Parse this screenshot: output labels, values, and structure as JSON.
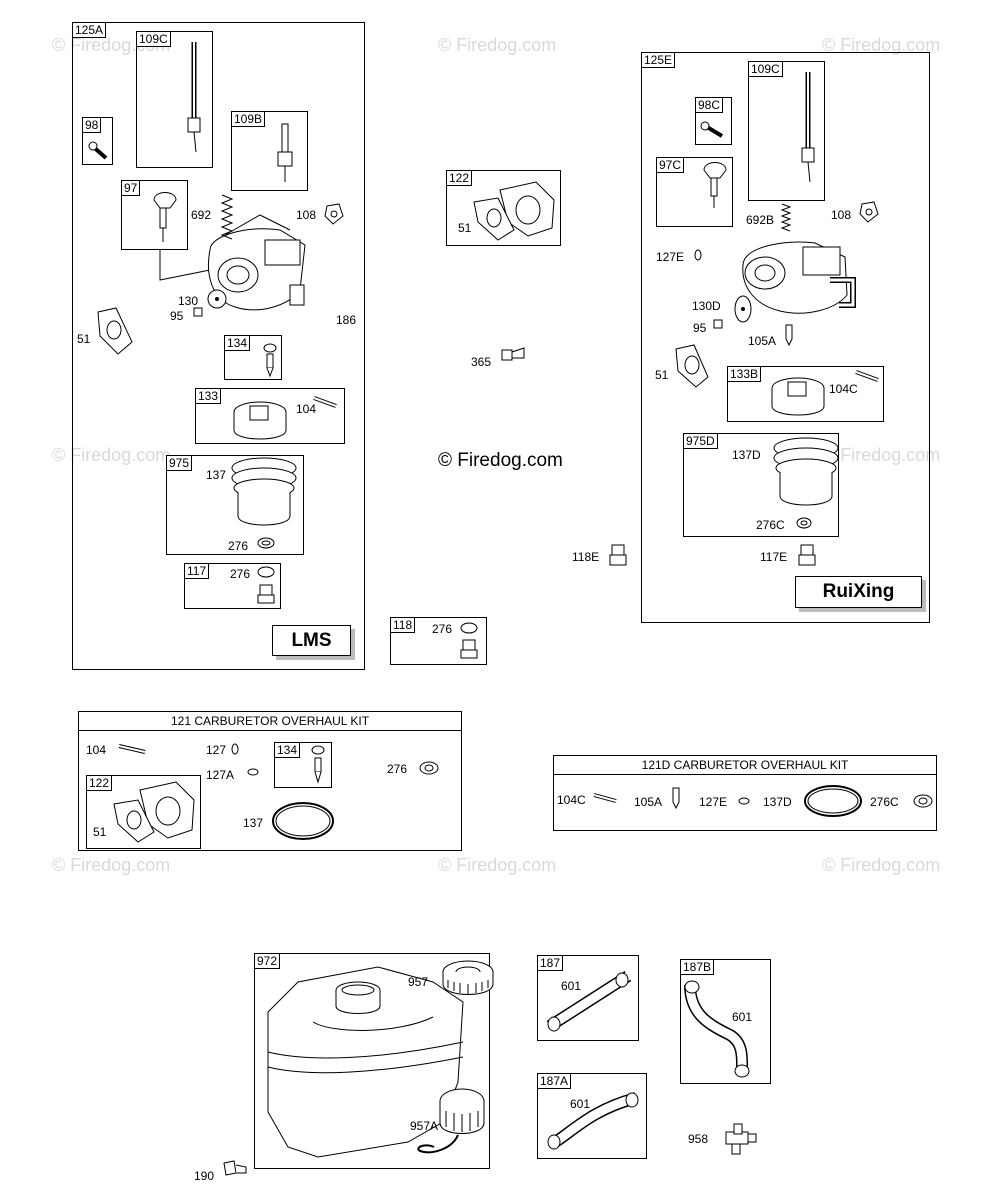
{
  "watermark": "© Firedog.com",
  "center_watermark": "© Firedog.com",
  "group_125A": {
    "tag": "125A",
    "brand": "LMS",
    "sub": {
      "s109c": "109C",
      "s98": "98",
      "s109b": "109B",
      "s97": "97",
      "s134": "134",
      "s133": "133",
      "s975": "975",
      "s117": "117"
    },
    "labels": {
      "p692": "692",
      "p108": "108",
      "p130": "130",
      "p95": "95",
      "p186": "186",
      "p51": "51",
      "p104": "104",
      "p137": "137",
      "p276a": "276",
      "p276b": "276"
    }
  },
  "group_125E": {
    "tag": "125E",
    "brand": "RuiXing",
    "sub": {
      "s109c": "109C",
      "s98c": "98C",
      "s97c": "97C",
      "s133b": "133B",
      "s975d": "975D"
    },
    "labels": {
      "p692b": "692B",
      "p108": "108",
      "p127e": "127E",
      "p130d": "130D",
      "p95": "95",
      "p105a": "105A",
      "p51": "51",
      "p104c": "104C",
      "p137d": "137D",
      "p276c": "276C",
      "p117e": "117E"
    }
  },
  "middle": {
    "s122": "122",
    "p51": "51",
    "p365": "365",
    "p118e": "118E",
    "s118": "118",
    "p276": "276"
  },
  "kit_121": {
    "title": "121 CARBURETOR OVERHAUL KIT",
    "labels": {
      "p104": "104",
      "p127": "127",
      "p127a": "127A",
      "s134": "134",
      "p276": "276",
      "s122": "122",
      "p51": "51",
      "p137": "137"
    }
  },
  "kit_121d": {
    "title": "121D CARBURETOR OVERHAUL KIT",
    "labels": {
      "p104c": "104C",
      "p105a": "105A",
      "p127e": "127E",
      "p137d": "137D",
      "p276c": "276C"
    }
  },
  "tank": {
    "s972": "972",
    "p957": "957",
    "p957a": "957A",
    "p190": "190"
  },
  "lines": {
    "s187": "187",
    "p601a": "601",
    "s187b": "187B",
    "p601b": "601",
    "s187a": "187A",
    "p601c": "601",
    "p958": "958"
  }
}
